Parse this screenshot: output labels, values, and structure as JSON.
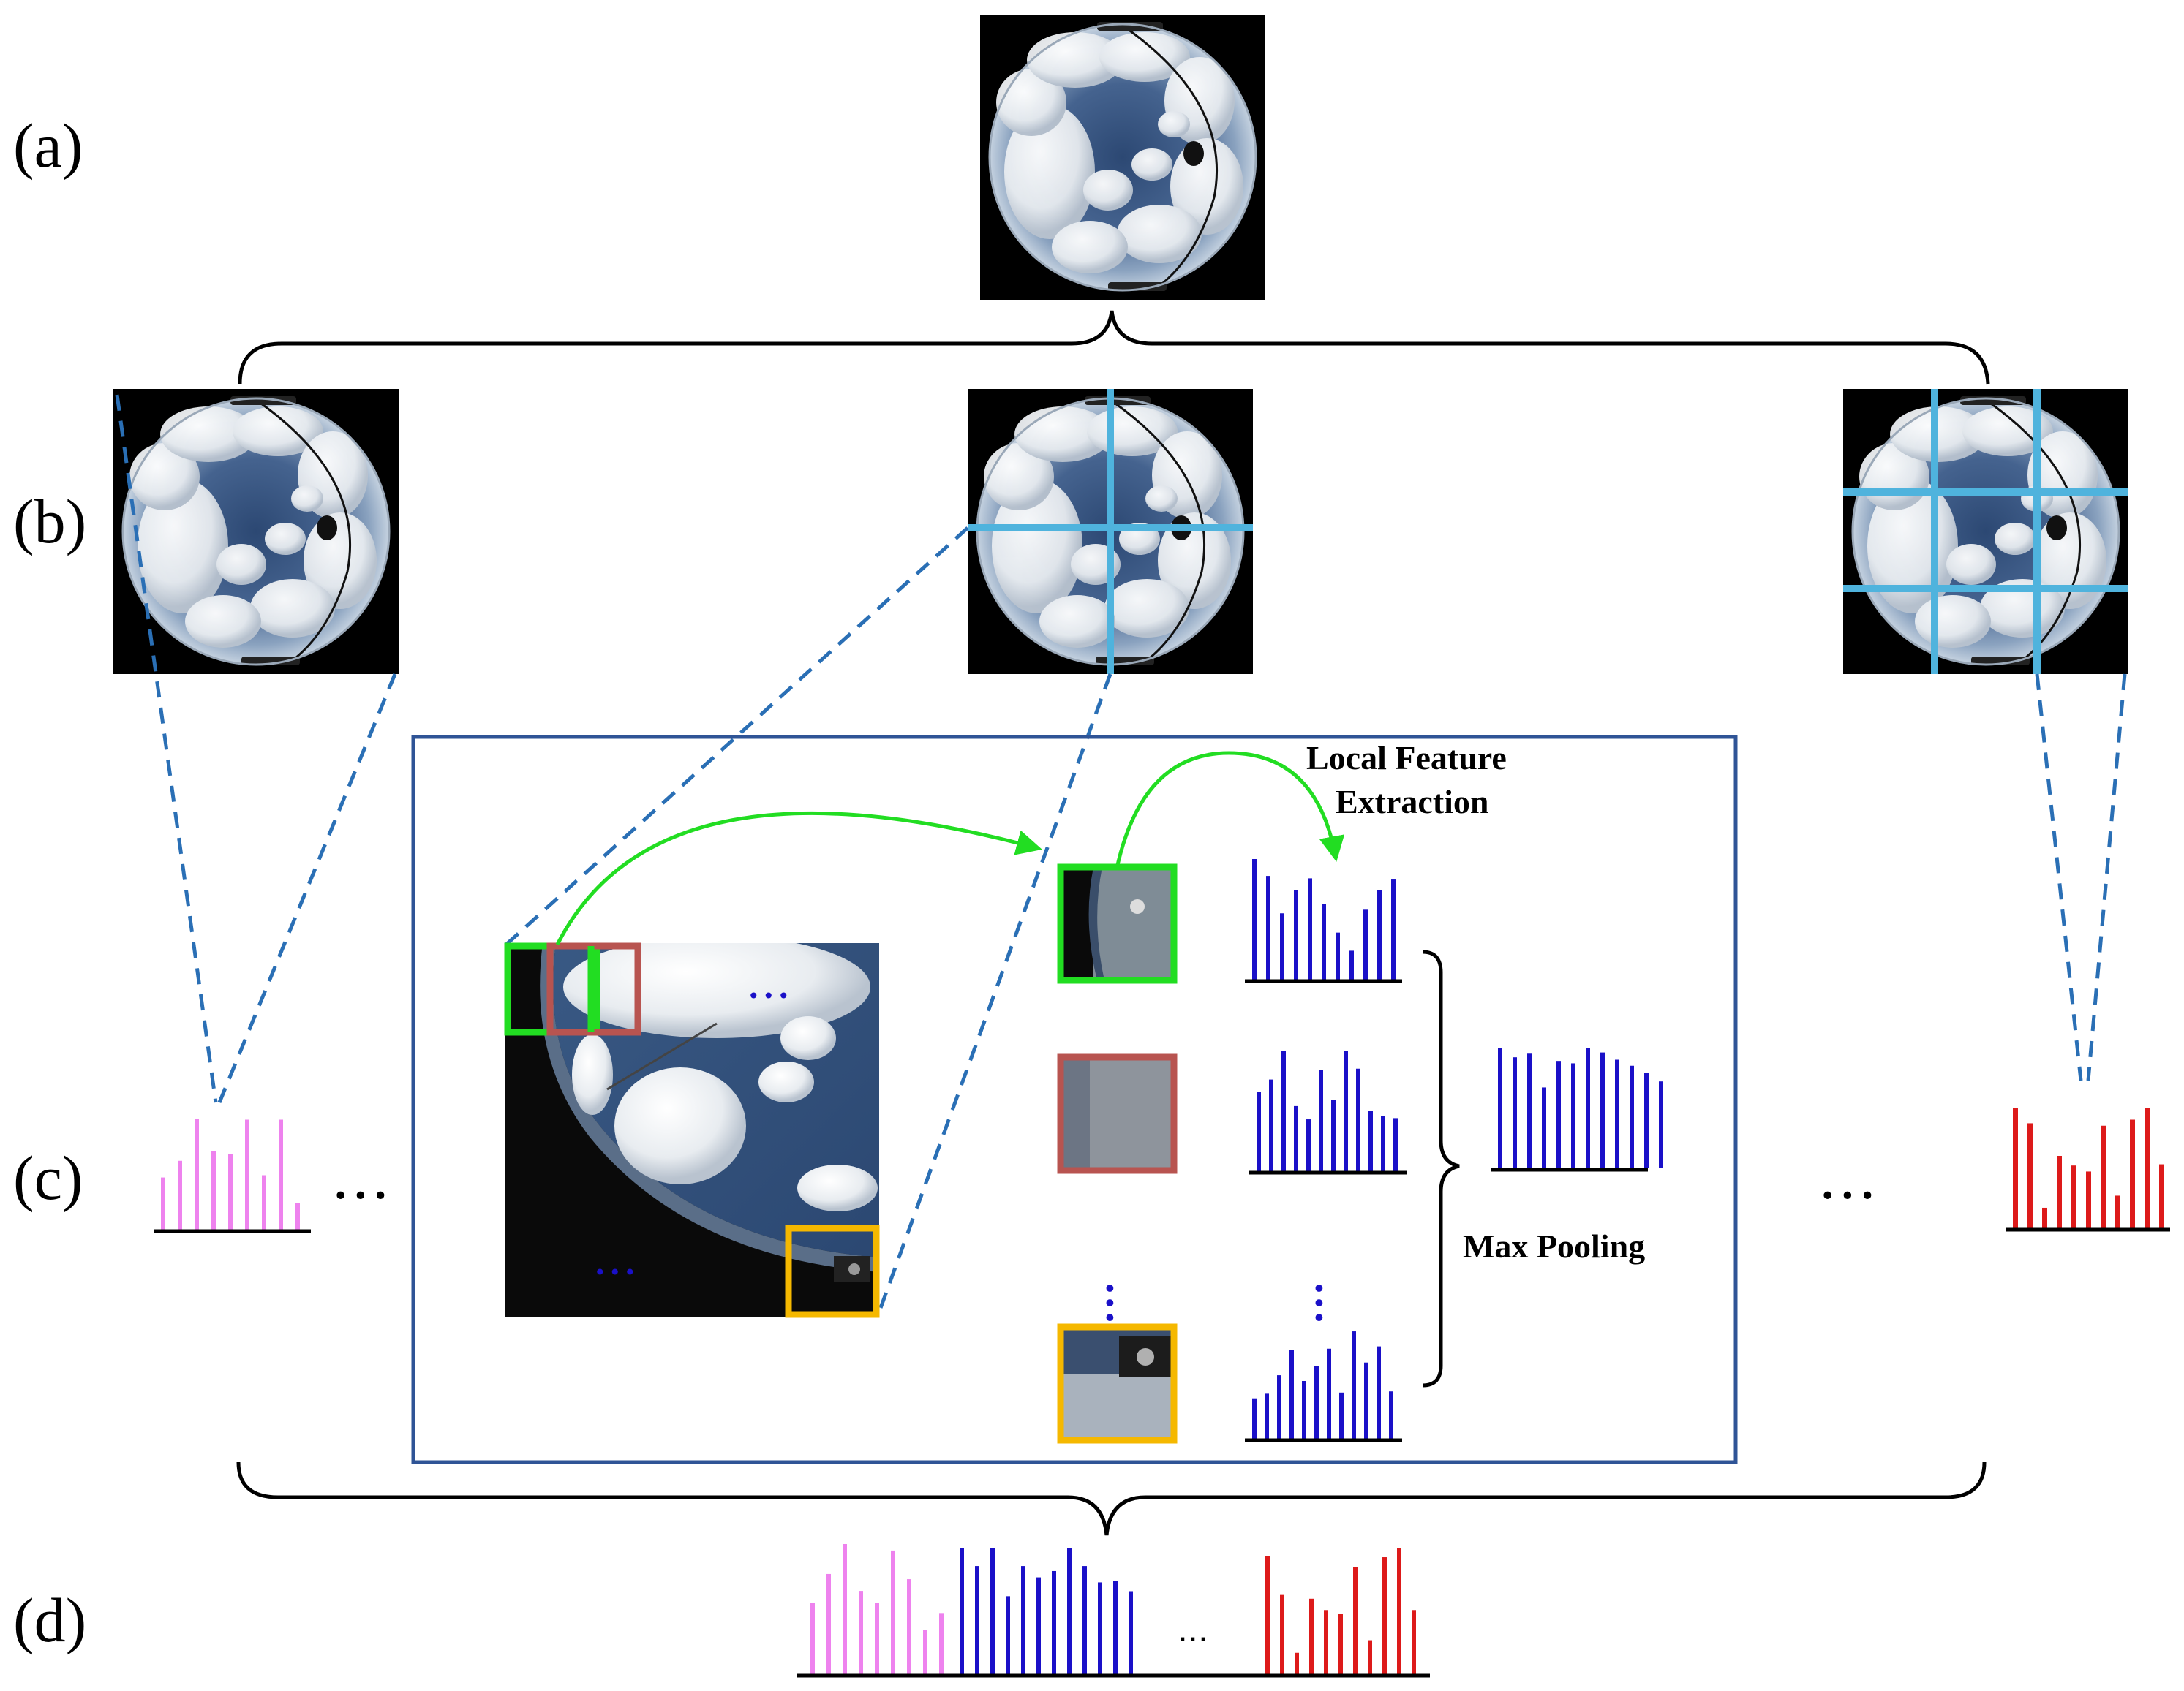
{
  "labels": {
    "a": "(a)",
    "b": "(b)",
    "c": "(c)",
    "d": "(d)"
  },
  "annotations": {
    "local_feature_line1": "Local Feature",
    "local_feature_line2": "Extraction",
    "max_pooling": "Max Pooling"
  },
  "ellipses": {
    "left": "•••",
    "right": "•••",
    "bottom": "...",
    "patch_top": "•••",
    "patch_bottom": "•••"
  },
  "colors": {
    "pink": "#ee82ee",
    "blue": "#1a10c8",
    "red": "#dd1a1a",
    "green_box": "#22dd22",
    "brown_box": "#b85450",
    "orange_box": "#f5b800",
    "grid_line": "#4fb3dd",
    "dashed_line": "#2a6fb5",
    "frame": "#2f5496",
    "arrow": "#22dd22"
  },
  "histograms": {
    "pink": [
      0.47,
      0.62,
      1.0,
      0.71,
      0.68,
      0.99,
      0.49,
      0.99,
      0.24
    ],
    "red": [
      1.0,
      0.87,
      0.17,
      0.6,
      0.52,
      0.47,
      0.85,
      0.27,
      0.9,
      1.0,
      0.53
    ],
    "green_patch": [
      1.0,
      0.86,
      0.55,
      0.74,
      0.84,
      0.63,
      0.39,
      0.24,
      0.58,
      0.74,
      0.83
    ],
    "brown_patch": [
      0.66,
      0.76,
      1.0,
      0.54,
      0.43,
      0.84,
      0.59,
      1.0,
      0.85,
      0.5,
      0.46,
      0.44
    ],
    "orange_patch": [
      0.35,
      0.39,
      0.55,
      0.77,
      0.5,
      0.63,
      0.78,
      0.4,
      0.93,
      0.66,
      0.8,
      0.41
    ],
    "pooled": [
      1.0,
      0.92,
      0.95,
      0.67,
      0.89,
      0.87,
      1.0,
      0.96,
      0.9,
      0.85,
      0.79,
      0.72
    ],
    "combined_pink": [
      0.55,
      0.77,
      1.0,
      0.64,
      0.55,
      0.95,
      0.73,
      0.34,
      0.47
    ],
    "combined_blue": [
      1.0,
      0.86,
      1.0,
      0.62,
      0.86,
      0.77,
      0.82,
      1.0,
      0.86,
      0.73,
      0.74,
      0.66
    ],
    "combined_red": [
      0.94,
      0.63,
      0.17,
      0.6,
      0.51,
      0.48,
      0.85,
      0.27,
      0.93,
      1.0,
      0.51
    ]
  }
}
